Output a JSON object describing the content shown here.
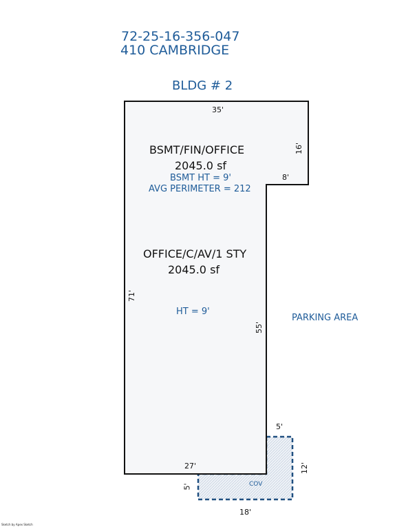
{
  "header": {
    "parcel_id": "72-25-16-356-047",
    "address": "410 CAMBRIDGE",
    "building": "BLDG # 2"
  },
  "areas": {
    "basement": {
      "name": "BSMT/FIN/OFFICE",
      "area": "2045.0 sf",
      "height": "BSMT HT = 9'",
      "perimeter": "AVG PERIMETER = 212"
    },
    "office": {
      "name": "OFFICE/C/AV/1 STY",
      "area": "2045.0 sf",
      "height": "HT = 9'"
    },
    "cov": {
      "name": "COV"
    },
    "parking": {
      "name": "PARKING AREA"
    }
  },
  "dimensions": {
    "top": "35'",
    "right_upper": "16'",
    "notch": "8'",
    "left": "71'",
    "right_lower": "55'",
    "bottom": "27'",
    "cov_top": "5'",
    "cov_right": "12'",
    "cov_left": "5'",
    "cov_bottom": "18'"
  },
  "footer": {
    "credit": "Sketch by Apex Sketch"
  },
  "colors": {
    "label_blue": "#1f5c99",
    "outline": "#111111",
    "cov_dashed": "#1f4f80",
    "fill": "#f6f7f9"
  }
}
